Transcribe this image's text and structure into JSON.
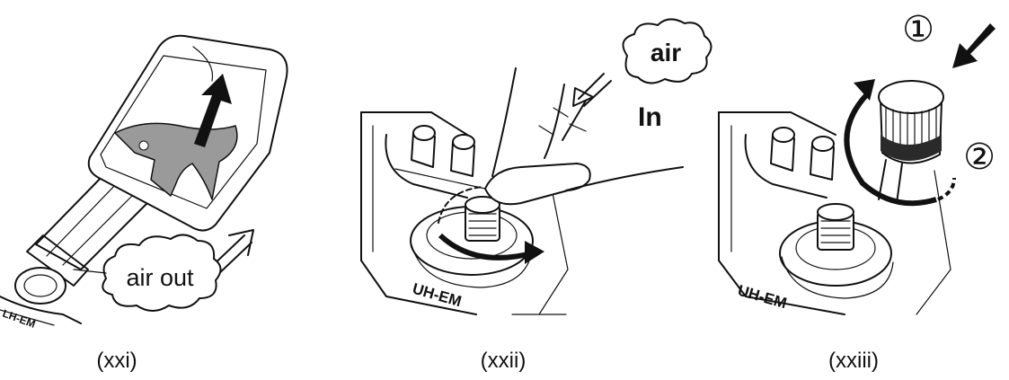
{
  "panels": [
    {
      "caption": "(xxi)",
      "bubble": "air out"
    },
    {
      "caption": "(xxii)",
      "bubble": "air",
      "side_label": "In"
    },
    {
      "caption": "(xxiii)",
      "step1": "①",
      "step2": "②"
    }
  ],
  "colors": {
    "line": "#111111",
    "key_fill": "#9a9a9a",
    "dark_ring": "#2a2a2a"
  }
}
